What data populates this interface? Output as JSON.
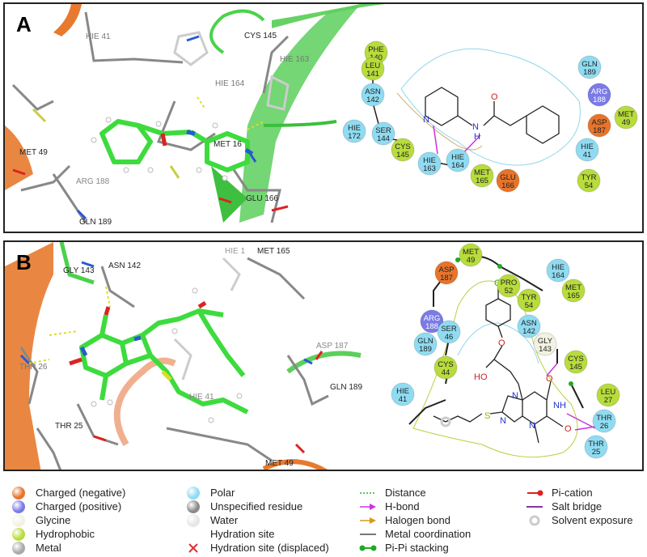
{
  "panels": [
    {
      "label": "A",
      "residues_3d": [
        "HIE  41",
        "CYS  145",
        "HIE  163",
        "HIE  164",
        "MET  49",
        "MET  16",
        "ARG  188",
        "GLN  189",
        "GLU  166"
      ],
      "residues_2d": [
        {
          "name": "PHE\n140",
          "type": "hydrophobic"
        },
        {
          "name": "LEU\n141",
          "type": "hydrophobic"
        },
        {
          "name": "ASN\n142",
          "type": "polar"
        },
        {
          "name": "HIE\n172",
          "type": "polar"
        },
        {
          "name": "SER\n144",
          "type": "polar"
        },
        {
          "name": "CYS\n145",
          "type": "hydrophobic"
        },
        {
          "name": "HIE\n163",
          "type": "polar"
        },
        {
          "name": "HIE\n164",
          "type": "polar"
        },
        {
          "name": "MET\n165",
          "type": "hydrophobic"
        },
        {
          "name": "GLU\n166",
          "type": "negative"
        },
        {
          "name": "GLN\n189",
          "type": "polar"
        },
        {
          "name": "ARG\n188",
          "type": "positive"
        },
        {
          "name": "MET\n49",
          "type": "hydrophobic"
        },
        {
          "name": "ASP\n187",
          "type": "negative"
        },
        {
          "name": "HIE\n41",
          "type": "polar"
        },
        {
          "name": "TYR\n54",
          "type": "hydrophobic"
        }
      ],
      "ligand_atoms": {
        "n_ring": "N",
        "n_amide": "N",
        "h_amide": "H",
        "o": "O"
      }
    },
    {
      "label": "B",
      "residues_3d": [
        "GLY 143",
        "ASN  142",
        "HIE  1",
        "MET  165",
        "THR  26",
        "THR  25",
        "HIE  41",
        "ASP  187",
        "GLN  189",
        "MET  49"
      ],
      "residues_2d": [
        {
          "name": "MET\n49",
          "type": "hydrophobic"
        },
        {
          "name": "ASP\n187",
          "type": "negative"
        },
        {
          "name": "PRO\n52",
          "type": "hydrophobic"
        },
        {
          "name": "HIE\n164",
          "type": "polar"
        },
        {
          "name": "MET\n165",
          "type": "hydrophobic"
        },
        {
          "name": "ARG\n188",
          "type": "positive"
        },
        {
          "name": "SER\n46",
          "type": "polar"
        },
        {
          "name": "TYR\n54",
          "type": "hydrophobic"
        },
        {
          "name": "GLN\n189",
          "type": "polar"
        },
        {
          "name": "ASN\n142",
          "type": "polar"
        },
        {
          "name": "GLY\n143",
          "type": "glycine"
        },
        {
          "name": "CYS\n44",
          "type": "hydrophobic"
        },
        {
          "name": "CYS\n145",
          "type": "hydrophobic"
        },
        {
          "name": "HIE\n41",
          "type": "polar"
        },
        {
          "name": "LEU\n27",
          "type": "hydrophobic"
        },
        {
          "name": "THR\n26",
          "type": "polar"
        },
        {
          "name": "THR\n25",
          "type": "polar"
        }
      ],
      "ligand_atoms": {
        "cl": "Cl",
        "o_ether": "O",
        "ho": "HO",
        "n7": "N",
        "n9": "N",
        "n3": "N",
        "nh": "NH",
        "o6": "O",
        "o2": "O",
        "s": "S"
      }
    }
  ],
  "legend": [
    {
      "label": "Charged (negative)",
      "kind": "ball",
      "color": "#e8742a"
    },
    {
      "label": "Charged (positive)",
      "kind": "ball",
      "color": "#7a7ae8"
    },
    {
      "label": "Glycine",
      "kind": "ball",
      "color": "#f2f2e2"
    },
    {
      "label": "Hydrophobic",
      "kind": "ball",
      "color": "#b8dc3c"
    },
    {
      "label": "Metal",
      "kind": "ball",
      "color": "#aaaaaa"
    },
    {
      "label": "Polar",
      "kind": "ball",
      "color": "#8fdcf2"
    },
    {
      "label": "Unspecified residue",
      "kind": "ball",
      "color": "#8a8a8a"
    },
    {
      "label": "Water",
      "kind": "ball",
      "color": "#e6e6e6"
    },
    {
      "label": "Hydration site",
      "kind": "none",
      "color": ""
    },
    {
      "label": "Hydration site (displaced)",
      "kind": "cross",
      "color": "#e03030"
    },
    {
      "label": "Distance",
      "kind": "dashed",
      "color": "#22bb22"
    },
    {
      "label": "H-bond",
      "kind": "arrow",
      "color": "#cc33dd"
    },
    {
      "label": "Halogen bond",
      "kind": "arrow",
      "color": "#d49a1a"
    },
    {
      "label": "Metal coordination",
      "kind": "line",
      "color": "#777777"
    },
    {
      "label": "Pi-Pi stacking",
      "kind": "dotline",
      "color": "#22aa22"
    },
    {
      "label": "Pi-cation",
      "kind": "dotline",
      "color": "#dd2020"
    },
    {
      "label": "Salt bridge",
      "kind": "line",
      "color": "#8833aa"
    },
    {
      "label": "Solvent exposure",
      "kind": "ring",
      "color": "#cccccc"
    }
  ]
}
